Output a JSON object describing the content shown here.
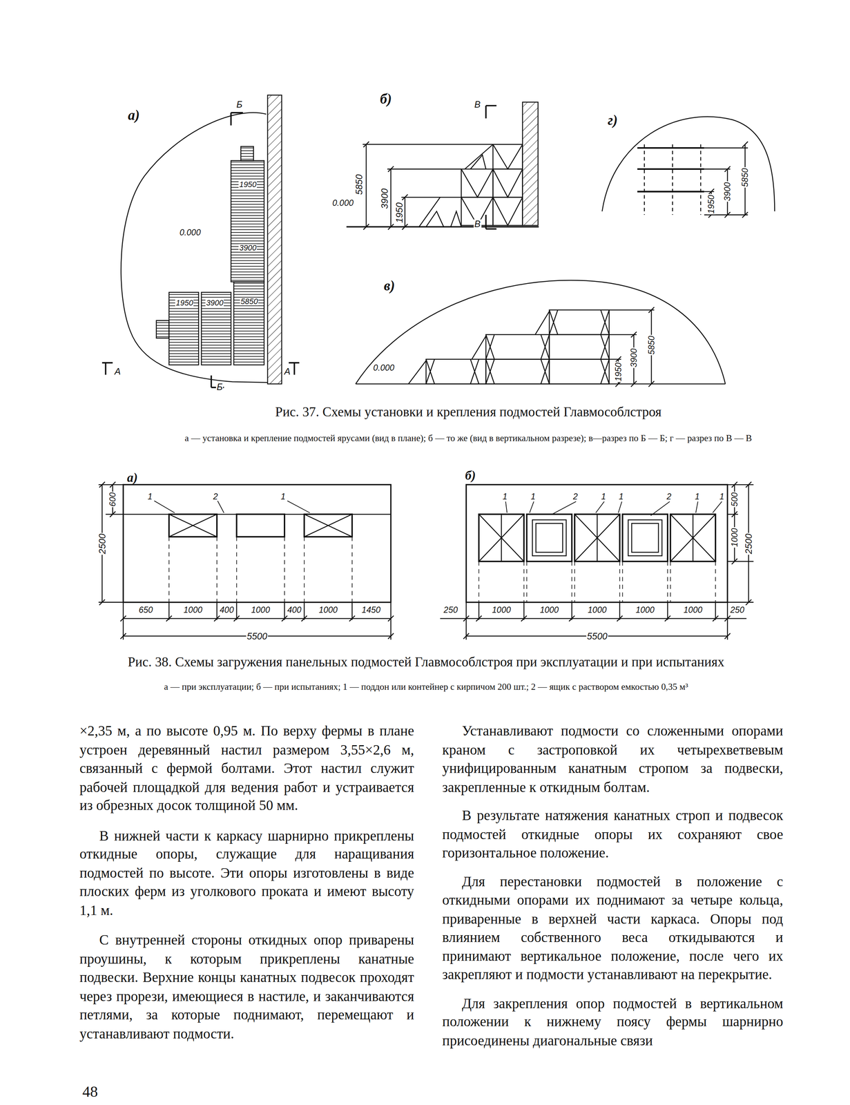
{
  "diagram": {
    "labels": [
      "а)",
      "Б",
      "1950",
      "0.000",
      "3900",
      "1950",
      "3900",
      "5850",
      "А",
      "А",
      "Б",
      "б)",
      "В",
      "5850",
      "3900",
      "1950",
      "0.000",
      "В",
      "г)",
      "1950",
      "3900",
      "5850",
      "в)",
      "0.000",
      "1950",
      "3900",
      "5850",
      "Рис. 37. Схемы установки и крепления подмостей Главмособлстроя",
      "а — установка и крепление подмостей ярусами (вид в плане); б — то же (вид в вертикальном разрезе); в—разрез по Б — Б; г — разрез по В — В",
      "а)",
      "600",
      "2500",
      "1",
      "2",
      "1",
      "650",
      "1000",
      "400",
      "1000",
      "400",
      "1000",
      "1450",
      "5500",
      "б)",
      "1",
      "1",
      "2",
      "1",
      "1",
      "2",
      "1",
      "1",
      "500",
      "1000",
      "2500",
      "250",
      "1000",
      "1000",
      "1000",
      "1000",
      "1000",
      "250",
      "5500",
      "Рис. 38. Схемы загружения панельных подмостей Главмособлстроя при эксплуатации и при испытаниях",
      "а — при эксплуатации; б — при испытаниях; 1 — поддон или контейнер с кирпичом 200 шт.; 2 — ящик с раствором емкостью 0,35 м³",
      "×2,35 м, а по высоте 0,95 м. По верху фермы в плане устроен деревянный настил размером 3,55×2,6 м, связанный с фермой болтами. Этот настил служит рабочей площадкой для ведения работ и устраивается из обрезных досок толщиной 50 мм.",
      "В нижней части к каркасу шарнирно прикреплены откидные опоры, служащие для наращивания подмостей по высоте. Эти опоры изготовлены в виде плоских ферм из уголкового проката и имеют высоту 1,1 м.",
      "С внутренней стороны откидных опор приварены проушины, к которым прикреплены канатные подвески. Верхние концы канатных подвесок проходят через прорези, имеющиеся в настиле, и заканчиваются петлями, за которые поднимают, перемещают и устанавливают подмости.",
      "Устанавливают подмости со сложенными опорами краном с застроповкой их четырехветвевым унифицированным канатным стропом за подвески, закрепленные к откидным болтам.",
      "В результате натяжения канатных строп и подвесок подмостей откидные опоры их сохраняют свое горизонтальное положение.",
      "Для перестановки подмостей в положение с откидными опорами их поднимают за четыре кольца, приваренные в верхней части каркаса. Опоры под влиянием собственного веса откидываются и принимают вертикальное положение, после чего их закрепляют и подмости устанавливают на перекрытие.",
      "Для закрепления опор подмостей в вертикальном положении к нижнему поясу фермы шарнирно присоединены диагональные связи",
      "48"
    ]
  }
}
